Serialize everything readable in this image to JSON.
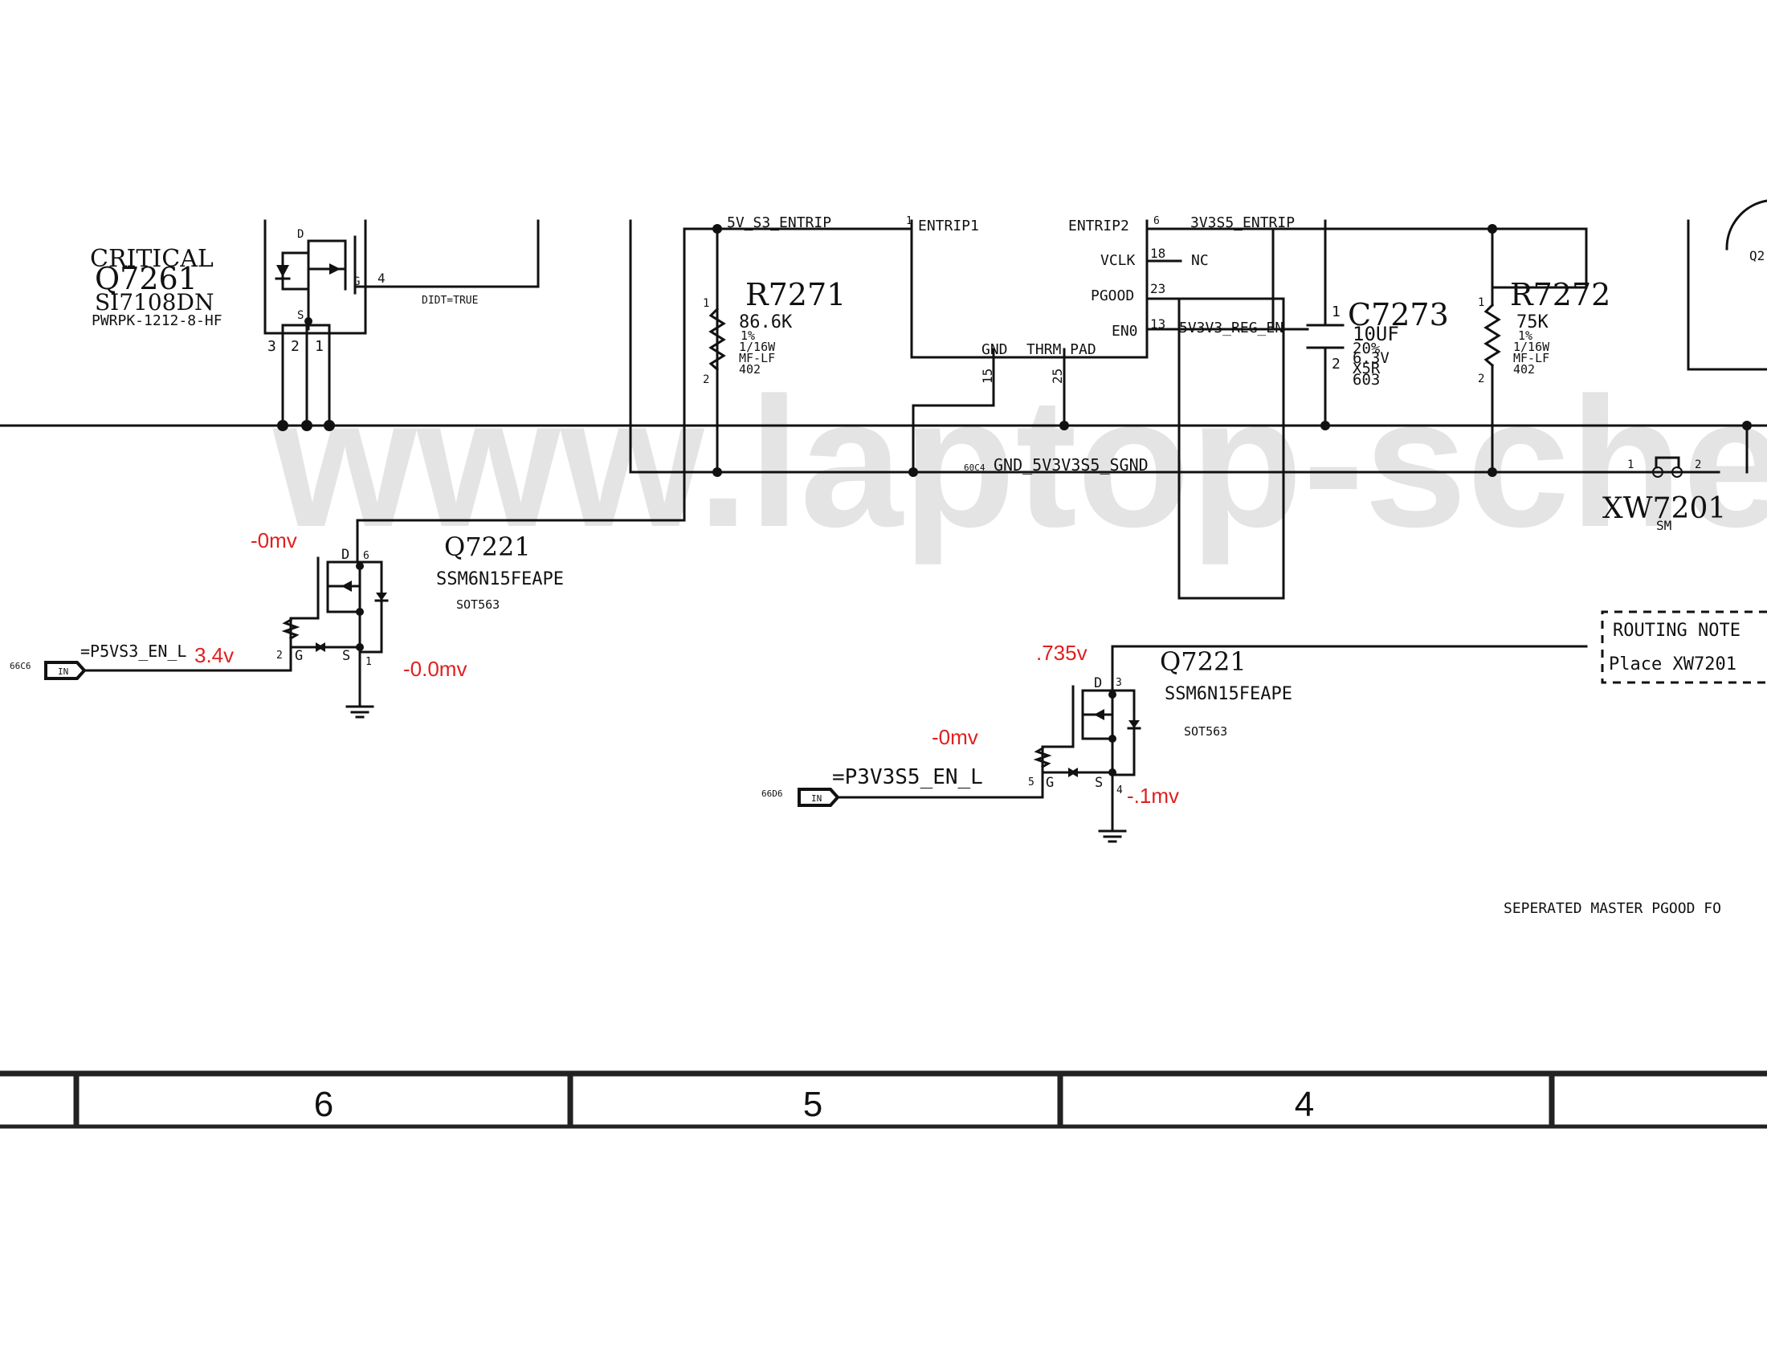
{
  "watermark": "www.laptop-schematics",
  "q7261": {
    "critical": "CRITICAL",
    "refdes": "Q7261",
    "part": "SI7108DN",
    "package": "PWRPK-1212-8-HF",
    "pin_d": "D",
    "pin_s": "S",
    "pin_g": "G",
    "pin_4": "4",
    "pin_3": "3",
    "pin_2": "2",
    "pin_1": "1",
    "prop": "DIDT=TRUE"
  },
  "r7271": {
    "refdes": "R7271",
    "value": "86.6K",
    "tol": "1%",
    "power": "1/16W",
    "type": "MF-LF",
    "size": "402",
    "pin1": "1",
    "pin2": "2"
  },
  "nets": {
    "entrip_5v": "5V_S3_ENTRIP",
    "entrip_3v3": "3V3S5_ENTRIP",
    "reg_en": "5V3V3_REG_EN",
    "gnd_sgnd": "GND_5V3V3S5_SGND",
    "gnd_ref": "60C4",
    "p5vs3_en": "=P5VS3_EN_L",
    "p5vs3_ref": "66C6",
    "p3v3s5_en": "=P3V3S5_EN_L",
    "p3v3s5_ref": "66D6",
    "in_tag": "IN"
  },
  "ic_pins": {
    "entrip1": "ENTRIP1",
    "entrip1_num": "1",
    "entrip2": "ENTRIP2",
    "entrip2_num": "6",
    "vclk": "VCLK",
    "vclk_num": "18",
    "nc": "NC",
    "pgood": "PGOOD",
    "pgood_num": "23",
    "en0": "EN0",
    "en0_num": "13",
    "gnd": "GND",
    "thrm_pad": "THRM_PAD",
    "gnd_num": "15",
    "pad_num": "25"
  },
  "c7273": {
    "refdes": "C7273",
    "value": "10UF",
    "tol": "20%",
    "voltage": "6.3V",
    "dielectric": "X5R",
    "size": "603",
    "pin1": "1",
    "pin2": "2"
  },
  "r7272": {
    "refdes": "R7272",
    "value": "75K",
    "tol": "1%",
    "power": "1/16W",
    "type": "MF-LF",
    "size": "402",
    "pin1": "1",
    "pin2": "2"
  },
  "xw7201": {
    "refdes": "XW7201",
    "sub": "SM",
    "pin1": "1",
    "pin2": "2"
  },
  "q7221_a": {
    "refdes": "Q7221",
    "part": "SSM6N15FEAPE",
    "package": "SOT563",
    "pin_d": "D",
    "pin_d_num": "6",
    "pin_g": "G",
    "pin_g_num": "2",
    "pin_s": "S",
    "pin_s_num": "1",
    "v_drain": "-0mv",
    "v_gate": "3.4v",
    "v_source": "-0.0mv"
  },
  "q7221_b": {
    "refdes": "Q7221",
    "part": "SSM6N15FEAPE",
    "package": "SOT563",
    "pin_d": "D",
    "pin_d_num": "3",
    "pin_g": "G",
    "pin_g_num": "5",
    "pin_s": "S",
    "pin_s_num": "4",
    "v_drain": ".735v",
    "v_gate": "-0mv",
    "v_source": "-.1mv"
  },
  "q2_fragment": "Q2",
  "routing": {
    "title": "ROUTING NOTE",
    "line": "Place XW7201"
  },
  "pgood_note": "SEPERATED MASTER PGOOD FO",
  "zones": [
    "6",
    "5",
    "4"
  ]
}
